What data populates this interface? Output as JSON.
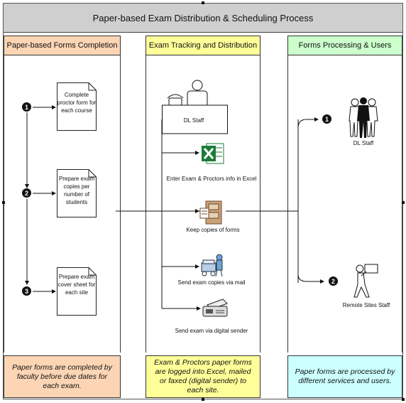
{
  "title": "Paper-based Exam Distribution  & Scheduling Process",
  "lanes": [
    {
      "heading": "Paper-based Forms Completion",
      "color": "#fcd5b4",
      "footer": "Paper forms are completed by faculty before due dates for each exam."
    },
    {
      "heading": "Exam Tracking and Distribution",
      "color": "#ffff99",
      "footer": "Exam & Proctors paper forms are logged into Excel, mailed or faxed (digital sender) to each site."
    },
    {
      "heading": "Forms Processing & Users",
      "color": "#ccffcc",
      "footer": "Paper forms are processed by different services and users.",
      "footer_color": "#ccffff"
    }
  ],
  "steps": [
    {
      "number": "1",
      "text": "Complete proctor form for each course"
    },
    {
      "number": "2",
      "text": "Prepare exam copies per number of students"
    },
    {
      "number": "3",
      "text": "Prepare exam cover sheet for each site"
    }
  ],
  "tracking": {
    "staff": "DL Staff",
    "excel": "Enter Exam & Proctors info in Excel",
    "copies": "Keep copies of forms",
    "mail": "Send exam copies via mail",
    "sender": "Send exam via digital sender"
  },
  "users": [
    {
      "number": "1",
      "label": "DL Staff"
    },
    {
      "number": "2",
      "label": "Remote Sites Staff"
    }
  ],
  "colors": {
    "title_bg": "#cfcfcf",
    "excel_green": "#1d7b3a"
  }
}
